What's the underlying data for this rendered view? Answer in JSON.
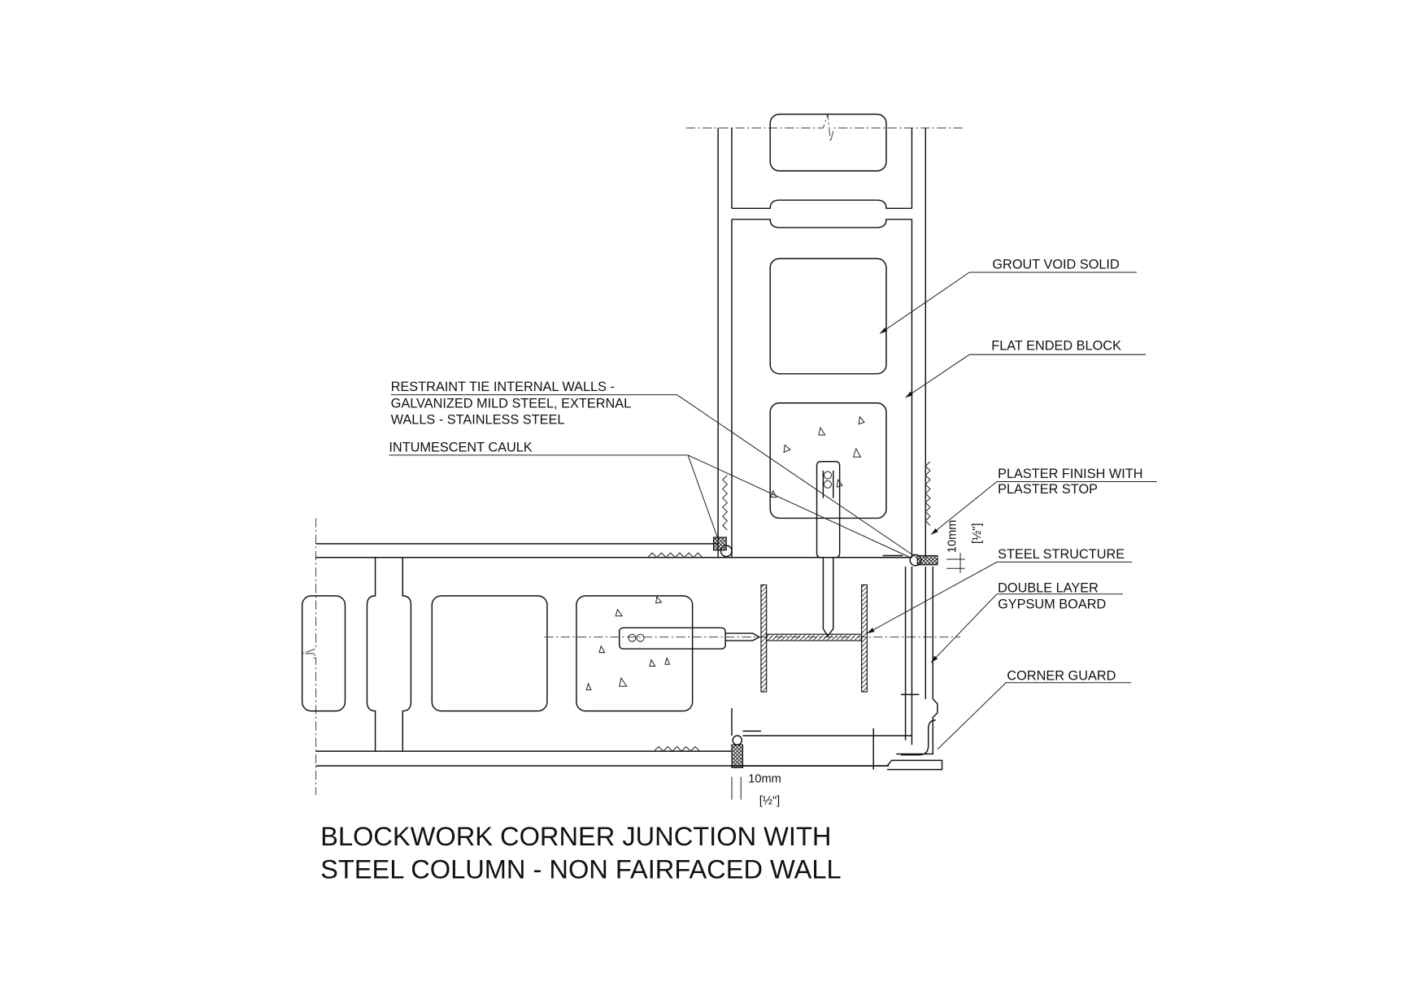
{
  "labels": {
    "grout_void_solid": "GROUT VOID SOLID",
    "flat_ended_block": "FLAT ENDED BLOCK",
    "restraint_tie_1": "RESTRAINT TIE INTERNAL WALLS -",
    "restraint_tie_2": "GALVANIZED MILD STEEL, EXTERNAL",
    "restraint_tie_3": "WALLS - STAINLESS STEEL",
    "intumescent_caulk": "INTUMESCENT CAULK",
    "plaster_finish_1": "PLASTER FINISH WITH",
    "plaster_finish_2": "PLASTER STOP",
    "steel_structure": "STEEL STRUCTURE",
    "gypsum_1": "DOUBLE LAYER",
    "gypsum_2": "GYPSUM BOARD",
    "corner_guard": "CORNER GUARD"
  },
  "dimensions": {
    "vertical_gap": "10mm",
    "vertical_gap_imperial": "[½\"]",
    "horizontal_gap": "10mm",
    "horizontal_gap_imperial": "[½\"]"
  },
  "title": {
    "line1": "BLOCKWORK CORNER JUNCTION WITH",
    "line2": "STEEL COLUMN - NON FAIRFACED WALL"
  }
}
